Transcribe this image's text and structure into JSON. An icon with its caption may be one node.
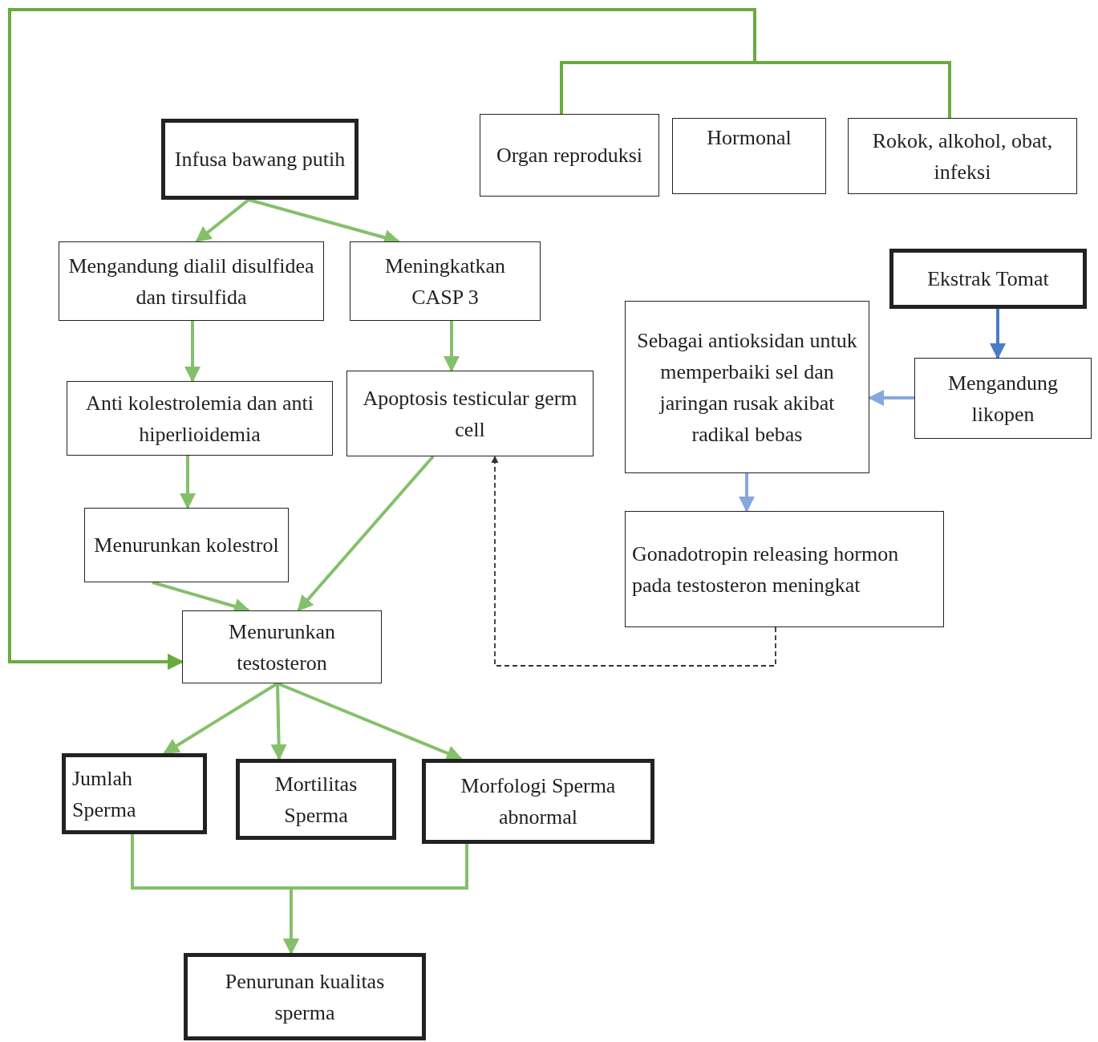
{
  "diagram": {
    "nodes": [
      {
        "text": [
          "Organ reproduksi"
        ]
      },
      {
        "text": [
          "Hormonal"
        ]
      },
      {
        "text": [
          "Rokok, alkohol, obat, infeksi"
        ]
      },
      {
        "text": [
          "Infusa bawang putih"
        ]
      },
      {
        "text": [
          "Mengandung dialil disulfidea dan tirsulfida"
        ]
      },
      {
        "text": [
          "Meningkatkan CASP 3"
        ]
      },
      {
        "text": [
          "Ekstrak Tomat"
        ]
      },
      {
        "text": [
          "Sebagai antioksidan untuk memperbaiki sel dan jaringan rusak akibat radikal bebas"
        ]
      },
      {
        "text": [
          "Mengandung likopen"
        ]
      },
      {
        "text": [
          "Anti kolestrolemia dan anti hiperlioidemia"
        ]
      },
      {
        "text": [
          "Apoptosis testicular germ cell"
        ]
      },
      {
        "text": [
          "Menurunkan kolestrol"
        ]
      },
      {
        "text": [
          "Gonadotropin releasing hormon pada testosteron meningkat"
        ]
      },
      {
        "text": [
          "Menurunkan testosteron"
        ]
      },
      {
        "text": [
          "Jumlah Sperma"
        ]
      },
      {
        "text": [
          "Mortilitas Sperma"
        ]
      },
      {
        "text": [
          "Morfologi Sperma abnormal"
        ]
      },
      {
        "text": [
          "Penurunan kualitas sperma"
        ]
      }
    ],
    "edges": [
      {
        "from": 0,
        "to": 13,
        "arrow": "to",
        "color": "#6aab3f"
      },
      {
        "from": 2,
        "to": 13,
        "arrow": "to",
        "color": "#6aab3f"
      },
      {
        "from": 3,
        "to": 4,
        "arrow": "to"
      },
      {
        "from": 3,
        "to": 5,
        "arrow": "to"
      },
      {
        "from": 4,
        "to": 9,
        "arrow": "to"
      },
      {
        "from": 5,
        "to": 10,
        "arrow": "to"
      },
      {
        "from": 9,
        "to": 11,
        "arrow": "to"
      },
      {
        "from": 11,
        "to": 13,
        "arrow": "to"
      },
      {
        "from": 10,
        "to": 13,
        "arrow": "to"
      },
      {
        "from": 6,
        "to": 8,
        "arrow": "to",
        "color": "#4a7cc4"
      },
      {
        "from": 8,
        "to": 7,
        "arrow": "to",
        "color": "#86a8dc"
      },
      {
        "from": 7,
        "to": 12,
        "arrow": "to",
        "color": "#86a8dc"
      },
      {
        "from": 12,
        "to": 10,
        "arrow": "to",
        "style": "dashed",
        "color": "#333333"
      },
      {
        "from": 13,
        "to": 14,
        "arrow": "to"
      },
      {
        "from": 13,
        "to": 15,
        "arrow": "to"
      },
      {
        "from": 13,
        "to": 16,
        "arrow": "to"
      },
      {
        "from": 14,
        "to": 17,
        "arrow": "to"
      },
      {
        "from": 16,
        "to": 17,
        "arrow": "to"
      }
    ]
  }
}
